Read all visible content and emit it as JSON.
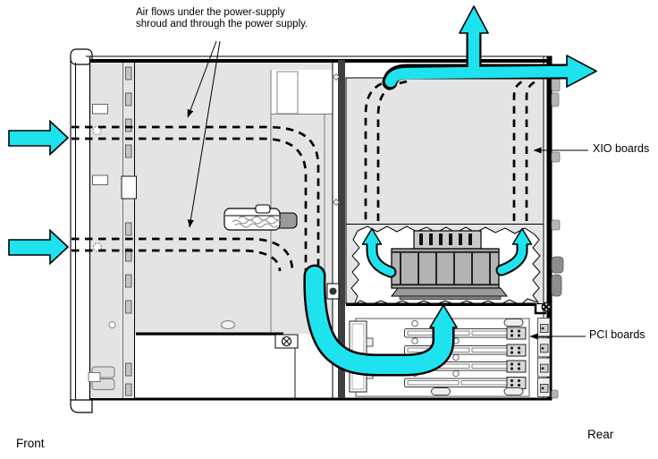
{
  "labels": {
    "annotation": "Air flows under the power-supply\nshroud and through the power supply.",
    "xio_boards": "XIO boards",
    "pci_boards": "PCI boards",
    "front": "Front",
    "rear": "Rear"
  },
  "colors": {
    "airflow": "#1ee3ee",
    "panel_gray": "#e4e4e4",
    "heatsink_gray": "#b3b3b3",
    "outline": "#000000"
  },
  "icons": [
    {
      "name": "front-inlet-arrow-top",
      "shape": "right-arrow"
    },
    {
      "name": "front-inlet-arrow-bottom",
      "shape": "right-arrow"
    },
    {
      "name": "top-exhaust-arrow-up",
      "shape": "up-arrow"
    },
    {
      "name": "rear-exhaust-arrow-right",
      "shape": "right-arrow"
    },
    {
      "name": "heatsink-exhaust-arrow-left",
      "shape": "curved-up-arrow"
    },
    {
      "name": "heatsink-exhaust-arrow-right",
      "shape": "curved-up-arrow"
    },
    {
      "name": "pci-bay-up-arrow",
      "shape": "up-arrow"
    },
    {
      "name": "power-supply-duct",
      "shape": "curved-ribbon"
    },
    {
      "name": "xio-leader-arrow",
      "shape": "left-arrowhead"
    },
    {
      "name": "pci-leader-arrow",
      "shape": "left-arrowhead"
    },
    {
      "name": "annotation-arrow-1",
      "shape": "down-arrowhead"
    },
    {
      "name": "annotation-arrow-2",
      "shape": "down-arrowhead"
    }
  ]
}
